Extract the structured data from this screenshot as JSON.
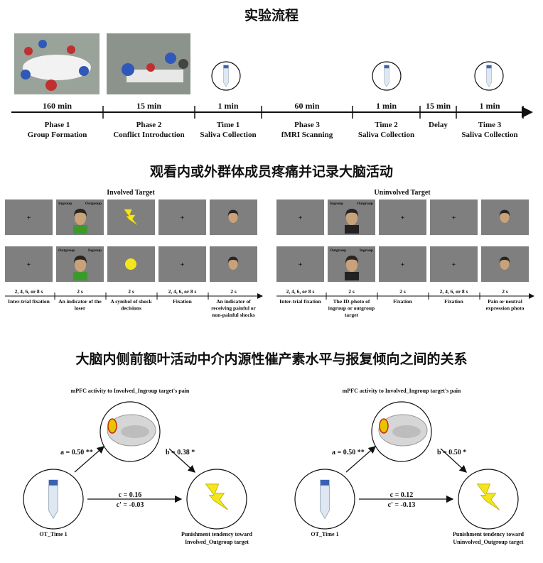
{
  "colors": {
    "panel": "#7f7f7f",
    "bolt": "#f5e61c",
    "tube_cap": "#3b62b0"
  },
  "section1": {
    "title": "实验流程",
    "segments": [
      {
        "duration": "160 min",
        "line1": "Phase 1",
        "line2": "Group Formation"
      },
      {
        "duration": "15 min",
        "line1": "Phase 2",
        "line2": "Conflict Introduction"
      },
      {
        "duration": "1 min",
        "line1": "Time 1",
        "line2": "Saliva Collection"
      },
      {
        "duration": "60 min",
        "line1": "Phase 3",
        "line2": "fMRI Scanning"
      },
      {
        "duration": "1 min",
        "line1": "Time 2",
        "line2": "Saliva Collection"
      },
      {
        "duration": "15 min",
        "line1": "Delay",
        "line2": ""
      },
      {
        "duration": "1 min",
        "line1": "Time 3",
        "line2": "Saliva Collection"
      }
    ]
  },
  "section2": {
    "title": "观看内或外群体成员疼痛并记录大脑活动",
    "fixation": "+",
    "groups": [
      {
        "title": "Involved Target",
        "label_row1": [
          "Ingroup",
          "Outgroup"
        ],
        "label_row2": [
          "Outgroup",
          "Ingroup"
        ],
        "steps": [
          {
            "duration": "2, 4, 6, or 8 s",
            "label": [
              "Inter-trial fixation"
            ]
          },
          {
            "duration": "2 s",
            "label": [
              "An indicator of the",
              "loser"
            ]
          },
          {
            "duration": "2 s",
            "label": [
              "A symbol of shock",
              "decisions"
            ]
          },
          {
            "duration": "2, 4, 6, or 8 s",
            "label": [
              "Fixation"
            ]
          },
          {
            "duration": "2 s",
            "label": [
              "An indicator of",
              "receiving painful or",
              "non-painful shocks"
            ]
          }
        ]
      },
      {
        "title": "Uninvolved Target",
        "label_row1": [
          "Ingroup",
          "Outgroup"
        ],
        "label_row2": [
          "Outgroup",
          "Ingroup"
        ],
        "steps": [
          {
            "duration": "2, 4, 6, or 8 s",
            "label": [
              "Inter-trial fixation"
            ]
          },
          {
            "duration": "2 s",
            "label": [
              "The ID-photo of",
              "ingroup or outgroup",
              "target"
            ]
          },
          {
            "duration": "2 s",
            "label": [
              "Fixation"
            ]
          },
          {
            "duration": "2, 4, 6, or 8 s",
            "label": [
              "Fixation"
            ]
          },
          {
            "duration": "2 s",
            "label": [
              "Pain or neutral",
              "expression photo"
            ]
          }
        ]
      }
    ]
  },
  "section3": {
    "title": "大脑内侧前额叶活动中介内源性催产素水平与报复倾向之间的关系",
    "models": [
      {
        "mediator": "mPFC activity to Involved_Ingroup target's pain",
        "a": "a = 0.50 **",
        "b": "b = 0.38 *",
        "c": "c = 0.16",
        "c_prime": "c' = -0.03",
        "x": "OT_Time 1",
        "y": [
          "Punishment tendency toward",
          "Involved_Outgroup target"
        ]
      },
      {
        "mediator": "mPFC activity to Involved_Ingroup target's pain",
        "a": "a = 0.50 **",
        "b": "b = 0.50 *",
        "c": "c = 0.12",
        "c_prime": "c' = -0.13",
        "x": "OT_Time 1",
        "y": [
          "Punishment tendency toward",
          "Uninvolved_Outgroup target"
        ]
      }
    ]
  }
}
